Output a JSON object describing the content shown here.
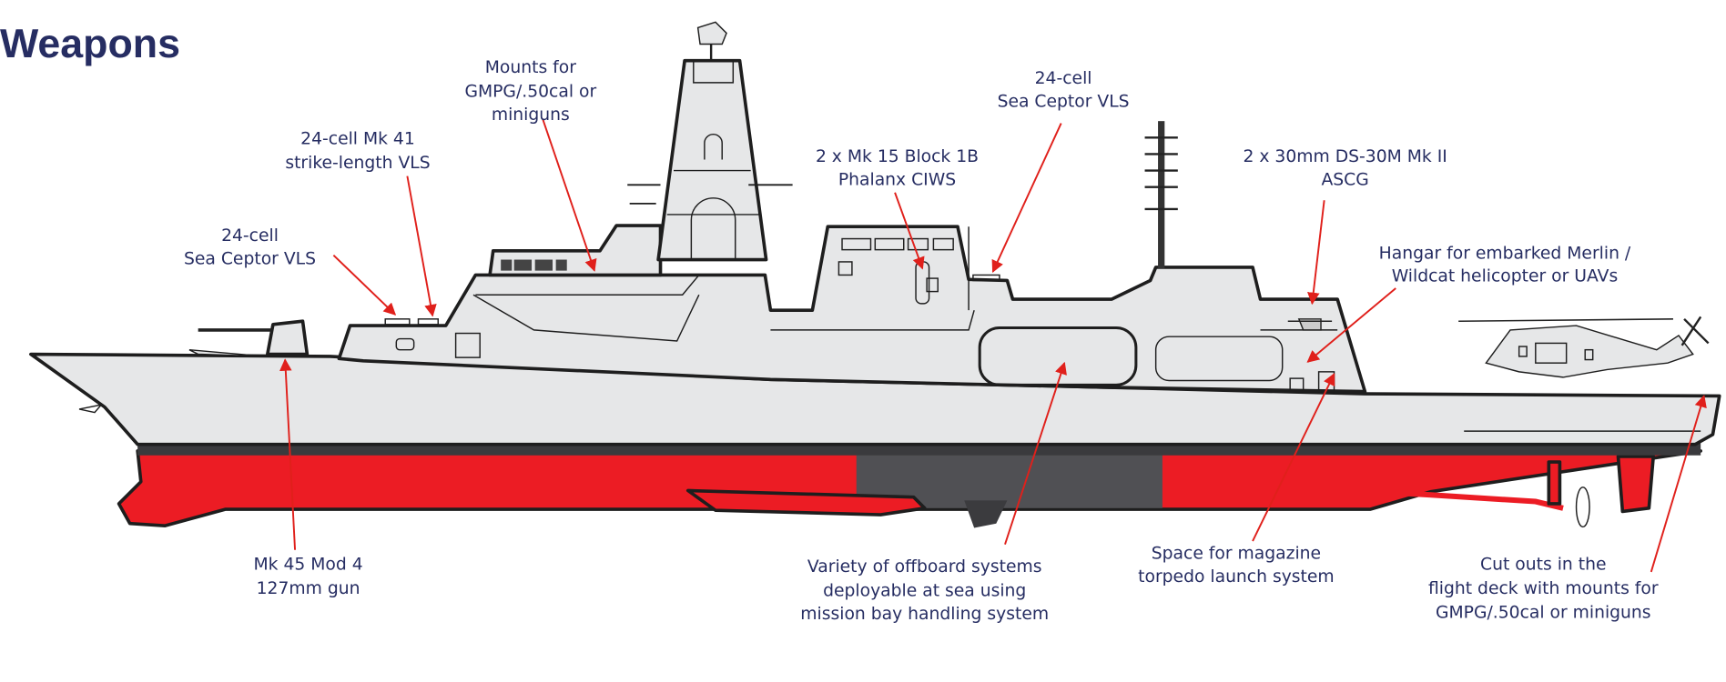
{
  "title": "Weapons",
  "colors": {
    "text": "#262d62",
    "arrow": "#e0201b",
    "hull_red": "#ec1c24",
    "hull_dark": "#505054",
    "superstructure": "#e6e7e8"
  },
  "labels": {
    "sea_ceptor_fwd": [
      "24-cell",
      "Sea Ceptor VLS"
    ],
    "mk41": [
      "24-cell Mk 41",
      "strike-length VLS"
    ],
    "mounts": [
      "Mounts for",
      "GMPG/.50cal or",
      "miniguns"
    ],
    "phalanx": [
      "2 x Mk 15 Block 1B",
      "Phalanx CIWS"
    ],
    "sea_ceptor_aft": [
      "24-cell",
      "Sea Ceptor VLS"
    ],
    "ds30m": [
      "2 x 30mm DS-30M Mk II",
      "ASCG"
    ],
    "hangar": [
      "Hangar for embarked Merlin /",
      "Wildcat helicopter or UAVs"
    ],
    "mk45": [
      "Mk 45 Mod 4",
      "127mm gun"
    ],
    "offboard": [
      "Variety of offboard systems",
      "deployable at sea using",
      "mission bay handling system"
    ],
    "magazine": [
      "Space for magazine",
      "torpedo launch system"
    ],
    "cutouts": [
      "Cut outs in the",
      "flight deck with mounts for",
      "GMPG/.50cal or miniguns"
    ]
  }
}
